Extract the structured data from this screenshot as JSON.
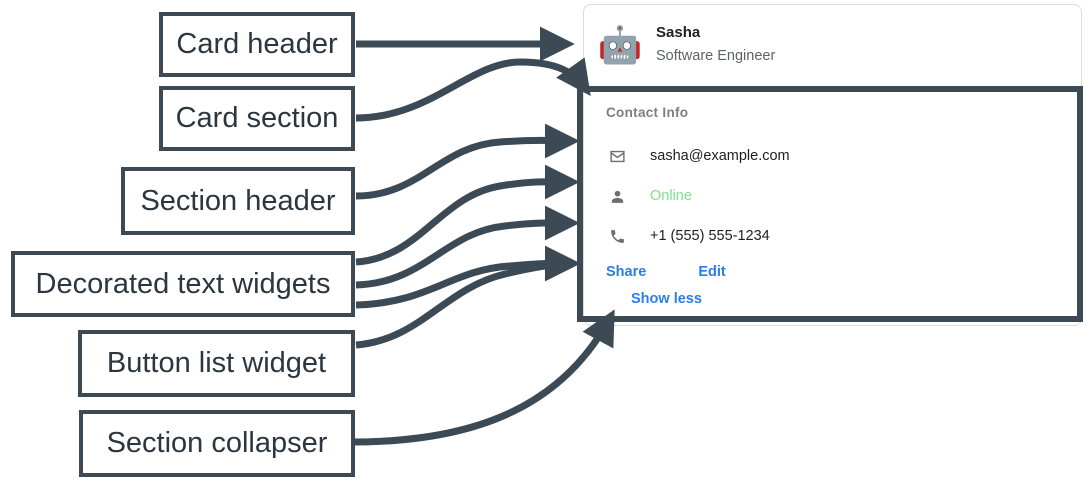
{
  "annotations": [
    {
      "id": "card-header",
      "label": "Card header"
    },
    {
      "id": "card-section",
      "label": "Card section"
    },
    {
      "id": "section-header",
      "label": "Section header"
    },
    {
      "id": "decorated-text",
      "label": "Decorated text widgets"
    },
    {
      "id": "button-list",
      "label": "Button list widget"
    },
    {
      "id": "section-collapser",
      "label": "Section collapser"
    }
  ],
  "card": {
    "header": {
      "avatar_icon": "robot-avatar-icon",
      "avatar_glyph": "🤖",
      "title": "Sasha",
      "subtitle": "Software Engineer"
    },
    "section": {
      "header": "Contact Info",
      "rows": [
        {
          "icon": "email-icon",
          "text": "sasha@example.com",
          "status": false
        },
        {
          "icon": "person-icon",
          "text": "Online",
          "status": true
        },
        {
          "icon": "phone-icon",
          "text": "+1 (555) 555-1234",
          "status": false
        }
      ],
      "buttons": [
        {
          "label": "Share"
        },
        {
          "label": "Edit"
        }
      ],
      "collapser": {
        "label": "Show less"
      }
    }
  },
  "colors": {
    "annotation_stroke": "#3b4a55",
    "link_blue": "#2b7de9",
    "status_green": "#7fe08a",
    "muted_gray": "#5f6368",
    "card_border": "#dcdcdc"
  }
}
